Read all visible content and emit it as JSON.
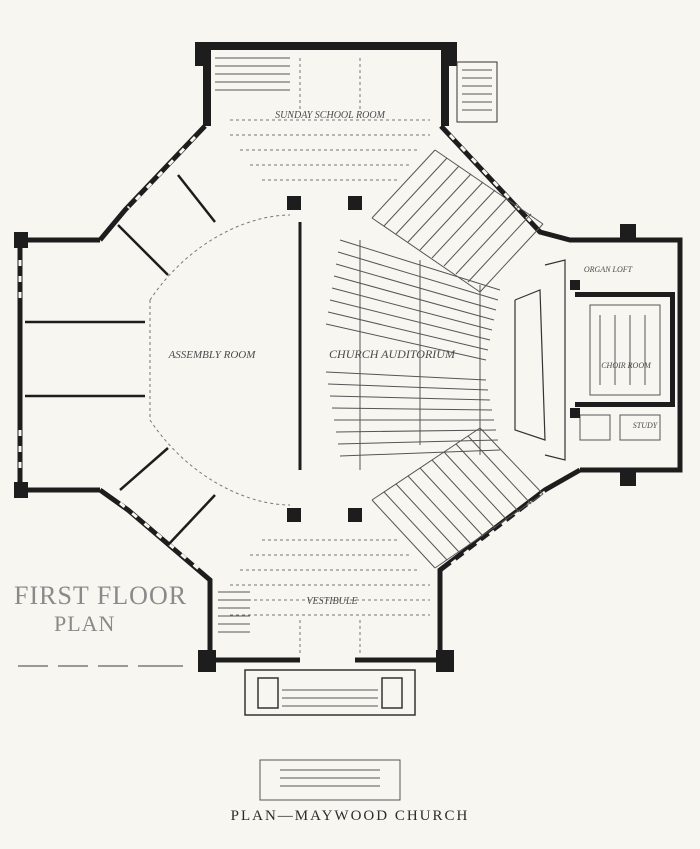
{
  "title": "PLAN—MAYWOOD CHURCH",
  "floor_label": {
    "line1": "FIRST FLOOR",
    "line2": "PLAN"
  },
  "rooms": {
    "sunday_school_room": "SUNDAY SCHOOL ROOM",
    "church_auditorium": "CHURCH AUDITORIUM",
    "assembly_room": "ASSEMBLY ROOM",
    "vestibule": "VESTIBULE",
    "organ_loft": "ORGAN LOFT",
    "choir_room": "CHOIR ROOM",
    "pastors_study": "STUDY"
  },
  "colors": {
    "ink": "#1d1d1d",
    "paper": "#f7f6f1",
    "label": "#4a4a4a"
  }
}
